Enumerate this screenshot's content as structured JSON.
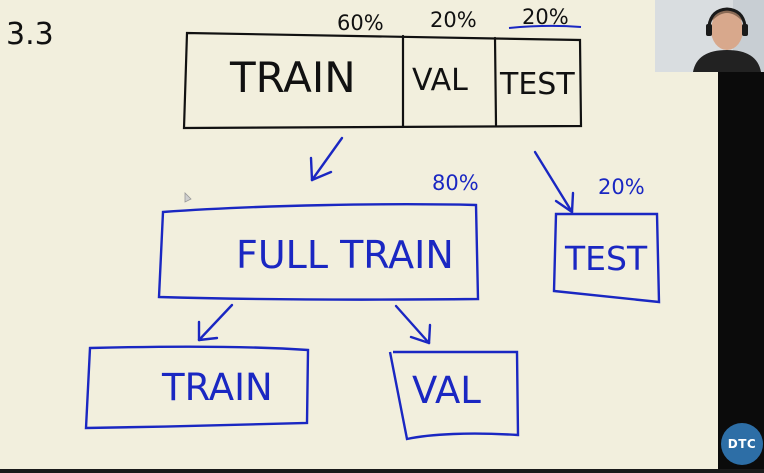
{
  "section": "3.3",
  "top": {
    "train": "TRAIN",
    "val": "VAL",
    "test": "TEST",
    "train_pct": "60%",
    "val_pct": "20%",
    "test_pct": "20%"
  },
  "middle": {
    "full_train": "FULL TRAIN",
    "full_train_pct": "80%",
    "test": "TEST",
    "test_pct": "20%"
  },
  "bottom": {
    "train": "TRAIN",
    "val": "VAL"
  },
  "logo": "DTC",
  "colors": {
    "ink_black": "#111111",
    "ink_blue": "#1a27c2",
    "board": "#f2efdd",
    "logo": "#2d6ea6"
  }
}
